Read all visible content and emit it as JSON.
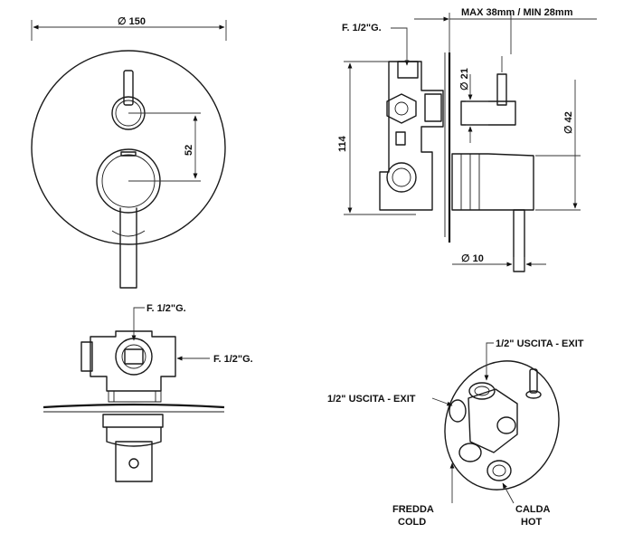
{
  "front_view": {
    "diameter_label": "∅ 150",
    "spacing_label": "52"
  },
  "side_view": {
    "connection_label": "F. 1/2\"G.",
    "depth_label": "MAX 38mm / MIN 28mm",
    "handle_diameter_label": "∅ 21",
    "body_diameter_label": "∅ 42",
    "height_label": "114",
    "lever_diameter_label": "∅ 10"
  },
  "top_view": {
    "connection_top_label": "F. 1/2\"G.",
    "connection_side_label": "F. 1/2\"G."
  },
  "iso_view": {
    "outlet_top_label": "1/2\" USCITA - EXIT",
    "outlet_side_label": "1/2\" USCITA - EXIT",
    "cold_label_it": "FREDDA",
    "cold_label_en": "COLD",
    "hot_label_it": "CALDA",
    "hot_label_en": "HOT"
  }
}
